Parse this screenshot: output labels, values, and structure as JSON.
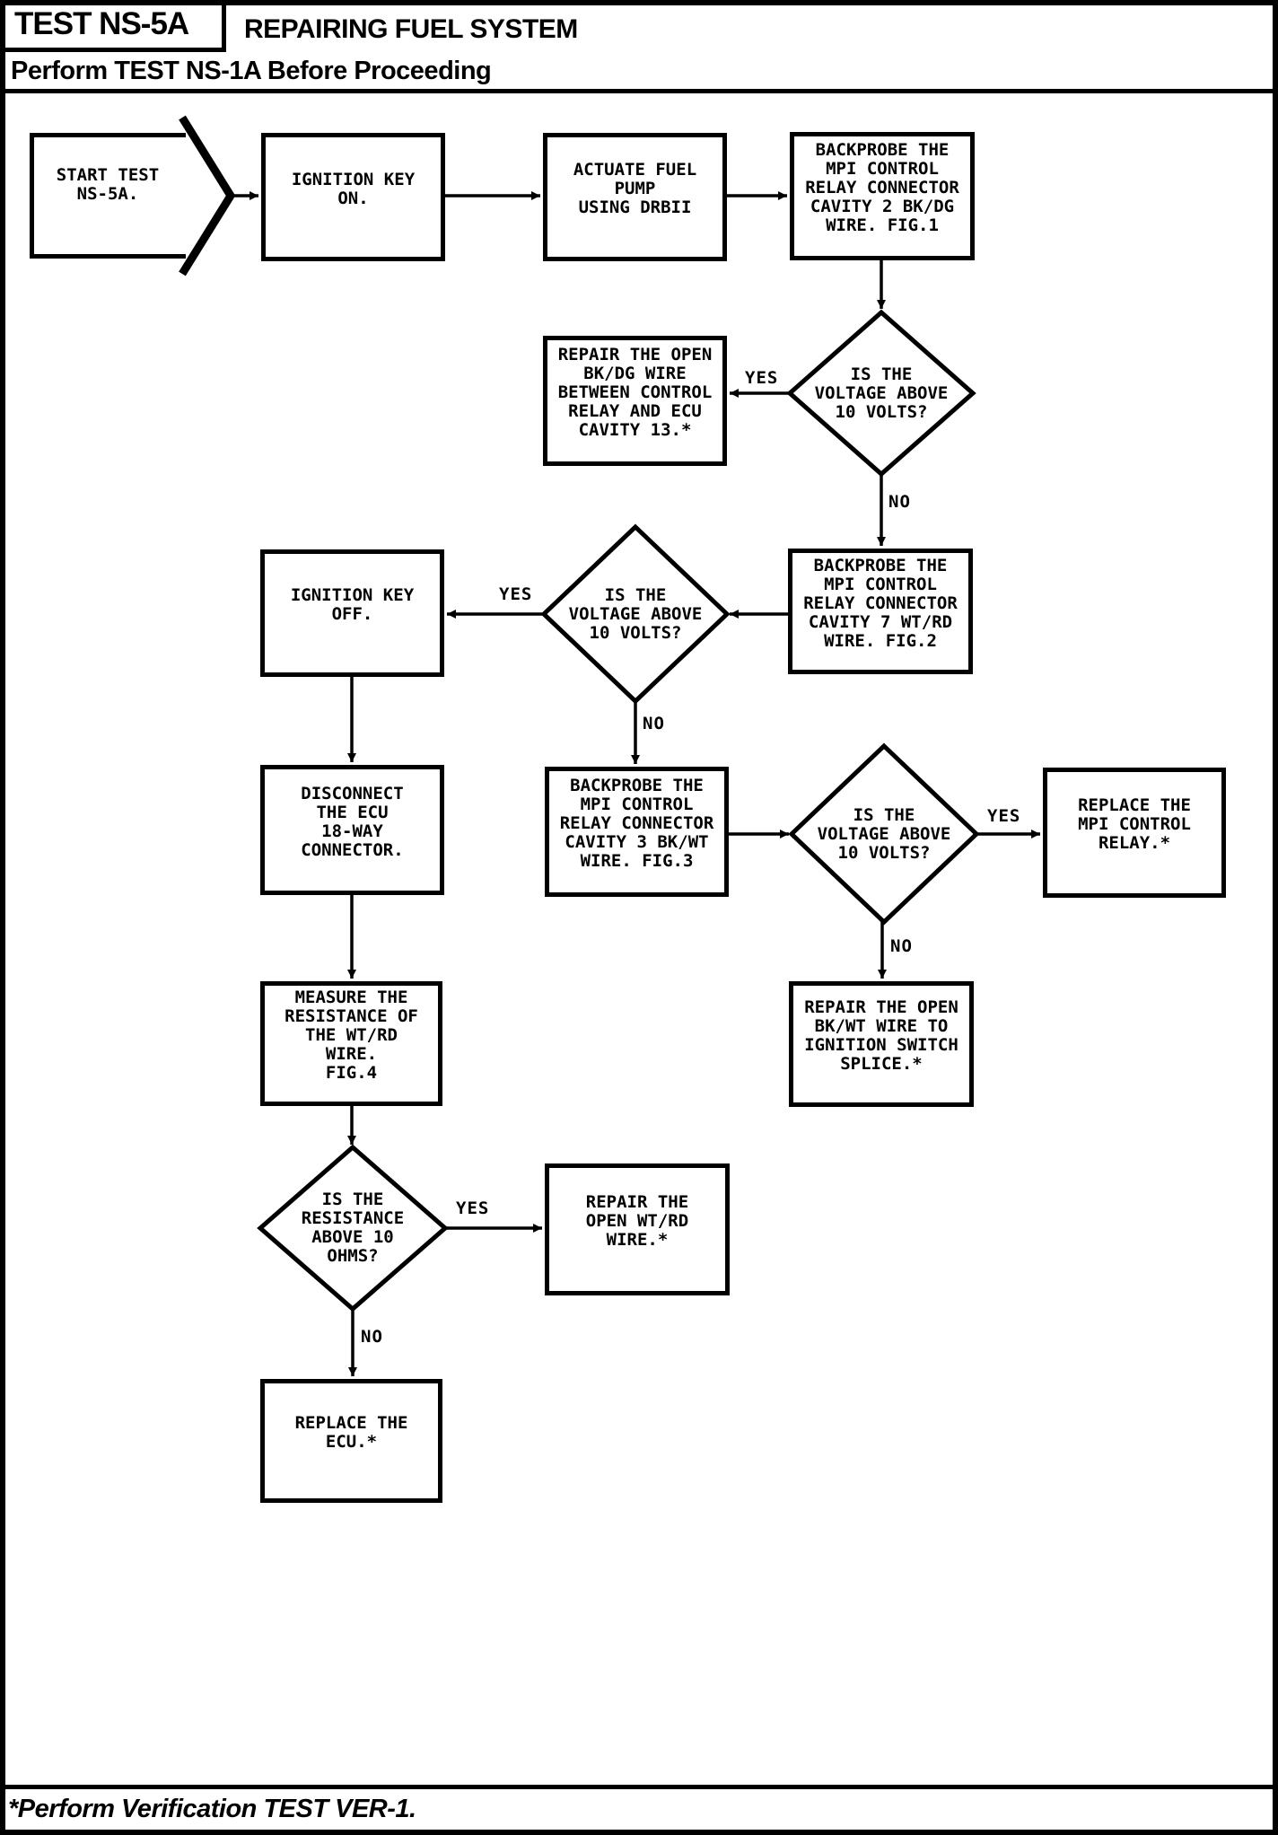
{
  "header": {
    "test_id": "TEST NS-5A",
    "title": "REPAIRING FUEL SYSTEM",
    "subtitle": "Perform TEST NS-1A Before Proceeding"
  },
  "footer": {
    "note": "*Perform Verification TEST VER-1."
  },
  "flowchart": {
    "colors": {
      "line": "#000000",
      "background": "#ffffff"
    },
    "nodes": {
      "start": "START TEST\nNS-5A.",
      "ignition_key_on": "IGNITION KEY\nON.",
      "actuate_fuel_pump": "ACTUATE FUEL\nPUMP\nUSING DRBII",
      "backprobe_cavity2": "BACKPROBE THE\nMPI CONTROL\nRELAY CONNECTOR\nCAVITY 2 BK/DG\nWIRE. FIG.1",
      "voltage_check_1": "IS THE\nVOLTAGE ABOVE\n10 VOLTS?",
      "repair_bkdg_wire": "REPAIR THE OPEN\nBK/DG WIRE\nBETWEEN CONTROL\nRELAY AND ECU\nCAVITY 13.*",
      "ignition_key_off": "IGNITION KEY\nOFF.",
      "voltage_check_2": "IS THE\nVOLTAGE ABOVE\n10 VOLTS?",
      "backprobe_cavity7": "BACKPROBE THE\nMPI CONTROL\nRELAY CONNECTOR\nCAVITY 7 WT/RD\nWIRE. FIG.2",
      "disconnect_ecu": "DISCONNECT\nTHE ECU\n18-WAY\nCONNECTOR.",
      "backprobe_cavity3": "BACKPROBE THE\nMPI CONTROL\nRELAY CONNECTOR\nCAVITY 3 BK/WT\nWIRE. FIG.3",
      "voltage_check_3": "IS THE\nVOLTAGE ABOVE\n10 VOLTS?",
      "replace_mpi_relay": "REPLACE THE\nMPI CONTROL\nRELAY.*",
      "repair_bkwt_wire": "REPAIR THE OPEN\nBK/WT WIRE TO\nIGNITION SWITCH\nSPLICE.*",
      "measure_resistance": "MEASURE THE\nRESISTANCE OF\nTHE WT/RD\nWIRE.\nFIG.4",
      "resistance_check": "IS THE\nRESISTANCE\nABOVE 10\nOHMS?",
      "repair_wtrd_wire": "REPAIR THE\nOPEN WT/RD\nWIRE.*",
      "replace_ecu": "REPLACE THE\nECU.*"
    },
    "edge_labels": {
      "d1_yes": "YES",
      "d1_no": "NO",
      "d2_yes": "YES",
      "d2_no": "NO",
      "d3_yes": "YES",
      "d3_no": "NO",
      "d4_yes": "YES",
      "d4_no": "NO"
    }
  }
}
